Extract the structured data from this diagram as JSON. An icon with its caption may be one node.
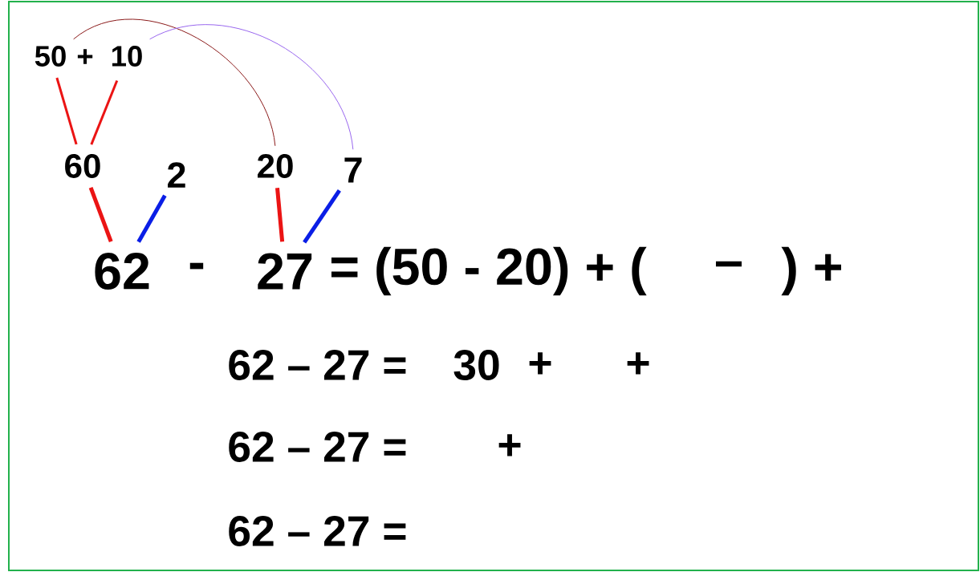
{
  "diagram": {
    "nodes": [
      {
        "text": [
          "50"
        ]
      },
      {
        "text": [
          "10"
        ]
      },
      {
        "text": [
          "60"
        ]
      },
      {
        "text": [
          "2"
        ]
      },
      {
        "text": [
          "20"
        ]
      },
      {
        "text": [
          "7"
        ]
      },
      {
        "text": [
          "62"
        ]
      },
      {
        "text": [
          "27"
        ]
      }
    ],
    "edges": [
      {
        "from": 0,
        "to": 2,
        "arrow": "none"
      },
      {
        "from": 1,
        "to": 2,
        "arrow": "none"
      },
      {
        "from": 2,
        "to": 6,
        "arrow": "none"
      },
      {
        "from": 3,
        "to": 6,
        "arrow": "none",
        "color": "#0a1ee6"
      },
      {
        "from": 4,
        "to": 7,
        "arrow": "none"
      },
      {
        "from": 5,
        "to": 7,
        "arrow": "none",
        "color": "#0a1ee6"
      },
      {
        "from": 0,
        "to": 4,
        "arrow": "none",
        "color": "#8b1a1a"
      },
      {
        "from": 1,
        "to": 5,
        "arrow": "none",
        "color": "#9966ee"
      }
    ],
    "labels": [
      "+",
      "-",
      "= (50 - 20) + (",
      "–",
      ") +",
      "62 – 27 =",
      "30",
      "+",
      "+",
      "62 – 27 =",
      "+",
      "62 – 27 ="
    ]
  }
}
